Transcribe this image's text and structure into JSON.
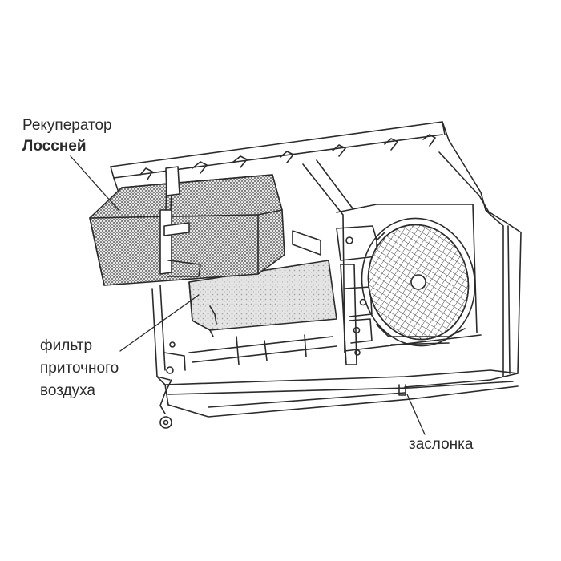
{
  "labels": {
    "recuperator_line1": "Рекуператор",
    "recuperator_line2": "Лоссней",
    "filter_line1": "фильтр",
    "filter_line2": "приточного",
    "filter_line3": "воздуха",
    "damper": "заслонка"
  },
  "colors": {
    "line": "#2b2b2b",
    "mesh_fill": "#8f8f8f",
    "filter_fill": "#d8d8d8",
    "background": "#ffffff"
  }
}
